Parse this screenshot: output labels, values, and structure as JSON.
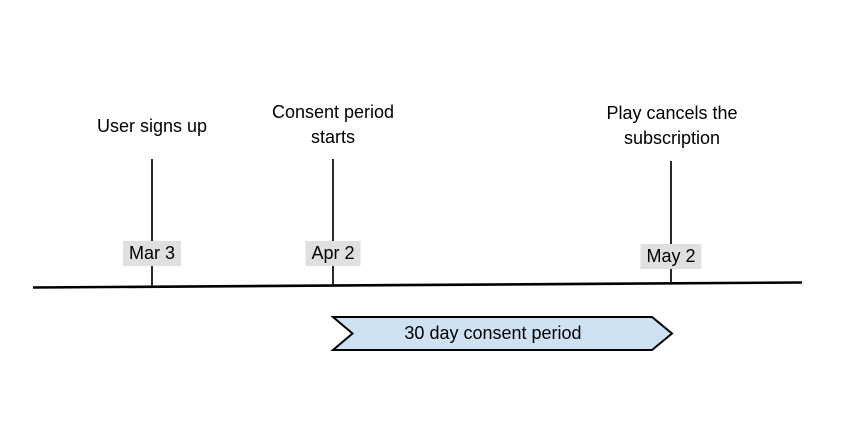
{
  "timeline": {
    "events": [
      {
        "label": "User signs up",
        "date": "Mar 3"
      },
      {
        "label": "Consent period starts",
        "date": "Apr 2"
      },
      {
        "label": "Play cancels the subscription",
        "date": "May 2"
      }
    ],
    "period_banner": {
      "label": "30 day consent period",
      "start_date": "Apr 2",
      "end_date": "May 2"
    },
    "colors": {
      "banner_fill": "#cfe2f3",
      "banner_border": "#000000",
      "date_label_bg": "#e0e0e0",
      "axis_line": "#000000",
      "marker_line": "#111111"
    }
  }
}
